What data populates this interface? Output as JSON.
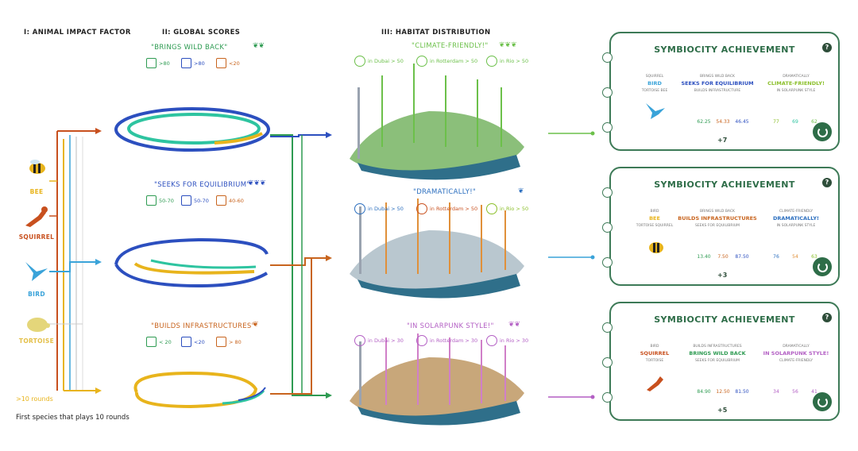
{
  "headers": {
    "col1": "I: ANIMAL IMPACT FACTOR",
    "col2": "II: GLOBAL SCORES",
    "col3": "III: HABITAT DISTRIBUTION"
  },
  "species": [
    {
      "label": "BEE",
      "color": "#e8b41c"
    },
    {
      "label": "SQUIRREL",
      "color": "#c8501e"
    },
    {
      "label": "BIRD",
      "color": "#3aa3d9"
    },
    {
      "label": "TORTOISE",
      "color": "#e4c04a"
    }
  ],
  "footer": {
    "rounds": ">10 rounds",
    "note": "First species that plays 10 rounds"
  },
  "scores": [
    {
      "title": "\"BRINGS WILD BACK\"",
      "color": "#2e9b52",
      "chips": [
        ">80",
        ">80",
        "<20"
      ]
    },
    {
      "title": "\"SEEKS FOR EQUILIBRIUM\"",
      "color": "#2c4fbf",
      "chips": [
        "50-70",
        "50-70",
        "40-60"
      ]
    },
    {
      "title": "\"BUILDS INFRASTRUCTURES\"",
      "color": "#c8641e",
      "chips": [
        "< 20",
        "<20",
        "> 80"
      ]
    }
  ],
  "habitats": [
    {
      "title": "\"CLIMATE-FRIENDLY!\"",
      "color": "#6cc04a",
      "chips": [
        "in Dubai > 50",
        "in Rotterdam > 50",
        "in Rio > 50"
      ]
    },
    {
      "title": "\"DRAMATICALLY!\"",
      "color": "#2c6fbf",
      "chips": [
        "in Dubai > 50",
        "in Rotterdam > 50",
        "in Rio > 50"
      ]
    },
    {
      "title": "\"IN SOLARPUNK STYLE!\"",
      "color": "#b35fc4",
      "chips": [
        "in Dubai > 30",
        "in Rotterdam > 30",
        "in Rio > 30"
      ]
    }
  ],
  "cards": [
    {
      "title": "SYMBIOCITY ACHIEVEMENT",
      "species_top": "SQUIRREL",
      "species_main": "BIRD",
      "species_bottom": "TORTOISE BEE",
      "species_color": "#3aa3d9",
      "score_top": "BRINGS WILD BACK",
      "score_main": "SEEKS FOR EQUILIBRIUM",
      "score_bottom": "BUILDS INFRASTRUCTURE",
      "score_color": "#2c4fbf",
      "habitat_top": "DRAMATICALLY",
      "habitat_main": "CLIMATE-FRIENDLY!",
      "habitat_bottom": "IN SOLARPUNK STYLE",
      "habitat_color": "#8bbf2a",
      "score_values": [
        "62.25",
        "54.33",
        "46.45"
      ],
      "habitat_values": [
        "77",
        "69",
        "62"
      ],
      "bonus": "+7"
    },
    {
      "title": "SYMBIOCITY ACHIEVEMENT",
      "species_top": "BIRD",
      "species_main": "BEE",
      "species_bottom": "TORTOISE SQUIRREL",
      "species_color": "#e8b41c",
      "score_top": "BRINGS WILD BACK",
      "score_main": "BUILDS INFRASTRUCTURES",
      "score_bottom": "SEEKS FOR EQUILIBRIUM",
      "score_color": "#c8641e",
      "habitat_top": "CLIMATE-FRIENDLY",
      "habitat_main": "DRAMATICALLY!",
      "habitat_bottom": "IN SOLARPUNK STYLE",
      "habitat_color": "#2c6fbf",
      "score_values": [
        "13.40",
        "7.50",
        "87.50"
      ],
      "habitat_values": [
        "76",
        "54",
        "63"
      ],
      "bonus": "+3"
    },
    {
      "title": "SYMBIOCITY ACHIEVEMENT",
      "species_top": "BIRD",
      "species_main": "SQUIRREL",
      "species_bottom": "TORTOISE",
      "species_color": "#c8501e",
      "score_top": "BUILDS INFRASTRUCTURES",
      "score_main": "BRINGS WILD BACK",
      "score_bottom": "SEEKS FOR EQUILIBRIUM",
      "score_color": "#2e9b52",
      "habitat_top": "DRAMATICALLY",
      "habitat_main": "IN SOLARPUNK STYLE!",
      "habitat_bottom": "CLIMATE-FRIENDLY",
      "habitat_color": "#b35fc4",
      "score_values": [
        "84.90",
        "12.50",
        "81.50"
      ],
      "habitat_values": [
        "34",
        "56",
        "41"
      ],
      "bonus": "+5"
    }
  ],
  "colors": {
    "green": "#2e9b52",
    "blue": "#2c4fbf",
    "orange": "#c8641e",
    "teal": "#2ec4a0",
    "yellow": "#e8b41c",
    "card_border": "#3d7a57"
  },
  "icons": [
    "tree-icon",
    "cloud-icon",
    "building-icon",
    "pin-icon",
    "help-icon",
    "restart-icon",
    "paw-icon"
  ]
}
